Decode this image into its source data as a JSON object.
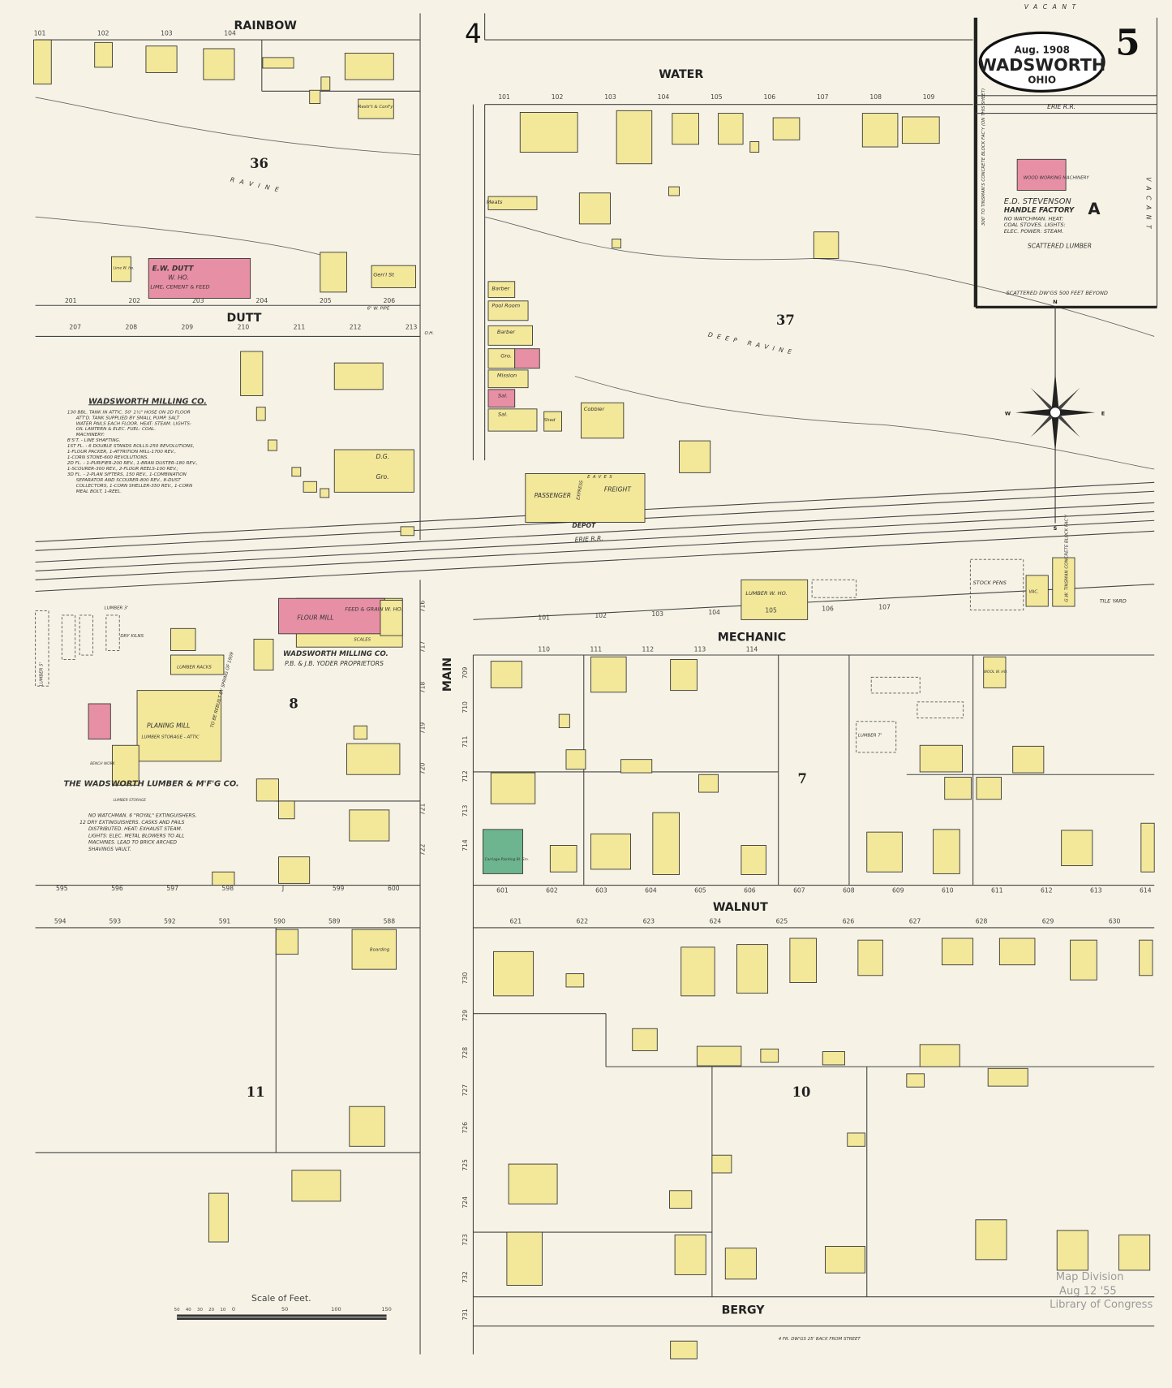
{
  "title": {
    "date": "Aug. 1908",
    "city": "WADSWORTH",
    "state": "OHIO",
    "sheet_number": "5",
    "adjoining_sheet": "4"
  },
  "streets": {
    "rainbow": "RAINBOW",
    "water": "WATER",
    "dutt": "DUTT",
    "mechanic": "MECHANIC",
    "main": "MAIN",
    "walnut": "WALNUT",
    "bergy": "BERGY"
  },
  "blocks": {
    "b36": "36",
    "b37": "37",
    "b8": "8",
    "b7": "7",
    "b11": "11",
    "b10": "10"
  },
  "railroad": "ERIE R.R.",
  "ravine": "RAVINE",
  "deep_ravine": "DEEP RAVINE",
  "inset": {
    "vacant_top": "VACANT",
    "vacant_side": "VACANT",
    "railroad": "ERIE R.R.",
    "factory_name": "E.D. STEVENSON",
    "factory_type": "HANDLE FACTORY",
    "factory_notes": [
      "NO WATCHMAN. HEAT:",
      "COAL STOVES. LIGHTS:",
      "ELEC. POWER: STEAM."
    ],
    "building_label": "WOOD WORKING MACHINERY",
    "letter": "A",
    "scattered_lumber": "SCATTERED LUMBER",
    "scattered_dwgs": "SCATTERED DW'GS 500 FEET BEYOND",
    "side_note": "300' TO TINSMAN'S CONCRETE BLOCK FAC'Y (ON THIS SHEET)"
  },
  "labels": {
    "dutt_who_1": "E.W. DUTT",
    "dutt_who_2": "W. HO.",
    "dutt_who_3": "LIME, CEMENT & FEED",
    "lime_wh": "Lime W. Ho.",
    "genl_st": "Gen'l St",
    "restr": "Restr't & Conf'y",
    "water_pipe": "6\" W. PIPE",
    "milling_title": "WADSWORTH MILLING CO.",
    "milling_notes": [
      "130 BBL. TANK IN ATTIC. 50' 1½\" HOSE ON 2D FLOOR",
      "ATT'D. TANK SUPPLIED BY SMALL PUMP. SALT",
      "WATER PAILS EACH FLOOR. HEAT: STEAM. LIGHTS:",
      "OIL LANTERN & ELEC. FUEL: COAL.",
      "MACHINERY:",
      "B'S'T. - LINE SHAFTING.",
      "1ST FL. - 6 DOUBLE STANDS ROLLS-250 REVOLUTIONS,",
      "1-FLOUR PACKER, 1-ATTRITION MILL-1700 REV.,",
      "1-CORN STONE-600 REVOLUTIONS.",
      "2D FL. - 1-PURIFIER-200 REV., 1-BRAN DUSTER-180 REV.,",
      "1-SCOURER-300 REV., 2-FLOUR REELS-100 REV.;",
      "3D FL. - 2-PLAN SIFTERS, 150 REV., 1-COMBINATION",
      "SEPARATOR AND SCOURER-800 REV., 8-DUST",
      "COLLECTORS, 1-CORN SHELLER-350 REV., 1-CORN",
      "MEAL BOLT, 1-REEL."
    ],
    "flour_mill": "FLOUR MILL",
    "feed_grain": "FEED & GRAIN W. HO.",
    "scales": "SCALES",
    "mill_owner_1": "WADSWORTH MILLING CO.",
    "mill_owner_2": "P.B. & J.B. YODER PROPRIETORS",
    "lumber_racks": "LUMBER RACKS",
    "dry_kilns": "DRY KILNS",
    "planing_mill": "PLANING MILL",
    "lumber_storage_attic": "LUMBER STORAGE - ATTIC",
    "lumber_storage": "LUMBER STORAGE",
    "bench_work": "BENCH WORK",
    "lumber_co": "THE WADSWORTH LUMBER & M'F'G CO.",
    "lumber_co_notes": [
      "NO WATCHMAN. 6 \"ROYAL\" EXTINGUISHERS,",
      "12 DRY EXTINGUISHERS. CASKS AND PAILS",
      "DISTRIBUTED. HEAT: EXHAUST STEAM.",
      "LIGHTS: ELEC. METAL BLOWERS TO ALL",
      "MACHINES. LEAD TO BRICK ARCHED",
      "SHAVINGS VAULT."
    ],
    "to_be_rebuilt": "TO BE REBUILT BY SPRING OF 1909",
    "lumber_5": "LUMBER 5'",
    "lumber_3": "LUMBER 3'",
    "lumber_7": "LUMBER 7'",
    "meats": "Meats",
    "barber_1": "Barber",
    "pool_room": "Pool Room",
    "barber_2": "Barber",
    "gro_1": "Gro.",
    "mission": "Mission",
    "sal_1": "Sal.",
    "sal_2": "Sal.",
    "shed": "Shed",
    "cobbler": "Cobbler",
    "dg": "D.G.",
    "gro_2": "Gro.",
    "passenger": "PASSENGER",
    "express": "EXPRESS",
    "freight": "FREIGHT",
    "eaves": "EAVES",
    "depot": "DEPOT",
    "stock_pens": "STOCK PENS",
    "vac": "VAC.",
    "tinsman": "G.W. TINSMAN CONCRETE BLOCK FAC'Y",
    "tile_yard": "TILE YARD",
    "lumber_wh": "LUMBER W. HO.",
    "wool_wh": "WOOL W. HO.",
    "carriage": "Carriage Painting Bl. Sm.",
    "boarding": "Boarding",
    "footer_note": "4 FR. DW'GS 25' BACK FROM STREET",
    "oh": "O.H."
  },
  "house_numbers": {
    "rainbow": [
      "101",
      "102",
      "103",
      "104"
    ],
    "dutt_north": [
      "201",
      "202",
      "203",
      "204",
      "205",
      "206"
    ],
    "dutt_south": [
      "207",
      "208",
      "209",
      "210",
      "211",
      "212",
      "213"
    ],
    "water": [
      "101",
      "102",
      "103",
      "104",
      "105",
      "106",
      "107",
      "108",
      "109"
    ],
    "mechanic_north": [
      "101",
      "102",
      "103",
      "104",
      "105",
      "106",
      "107"
    ],
    "mechanic_south": [
      "110",
      "111",
      "112",
      "113",
      "114"
    ],
    "walnut_north_west": [
      "595",
      "596",
      "597",
      "598",
      "J",
      "599",
      "600"
    ],
    "walnut_north_east": [
      "601",
      "602",
      "603",
      "604",
      "605",
      "606",
      "607",
      "608",
      "609",
      "610",
      "611",
      "612",
      "613",
      "614"
    ],
    "walnut_south_west": [
      "594",
      "593",
      "592",
      "591",
      "590",
      "589",
      "588"
    ],
    "walnut_south_east": [
      "621",
      "622",
      "623",
      "624",
      "625",
      "626",
      "627",
      "628",
      "629",
      "630"
    ],
    "main_west": [
      "716",
      "717",
      "718",
      "719",
      "720",
      "721",
      "722"
    ],
    "main_east": [
      "709",
      "710",
      "711",
      "712",
      "713",
      "714"
    ],
    "main_lower": [
      "730",
      "729",
      "728",
      "727",
      "726",
      "725",
      "724",
      "723",
      "732",
      "731"
    ]
  },
  "compass": {
    "n": "N",
    "s": "S",
    "e": "E",
    "w": "W"
  },
  "scale": {
    "title": "Scale of Feet.",
    "ticks": [
      "50",
      "40",
      "30",
      "20",
      "10",
      "0",
      "50",
      "100",
      "150"
    ]
  },
  "stamp": {
    "line1": "Map Division",
    "line2": "Aug 12 '55",
    "line3": "Library of Congress"
  },
  "colors": {
    "paper": "#f6f3e6",
    "frame": "#f3e79a",
    "brick": "#e78fa5",
    "stone": "#6db58f",
    "line": "#333333"
  }
}
